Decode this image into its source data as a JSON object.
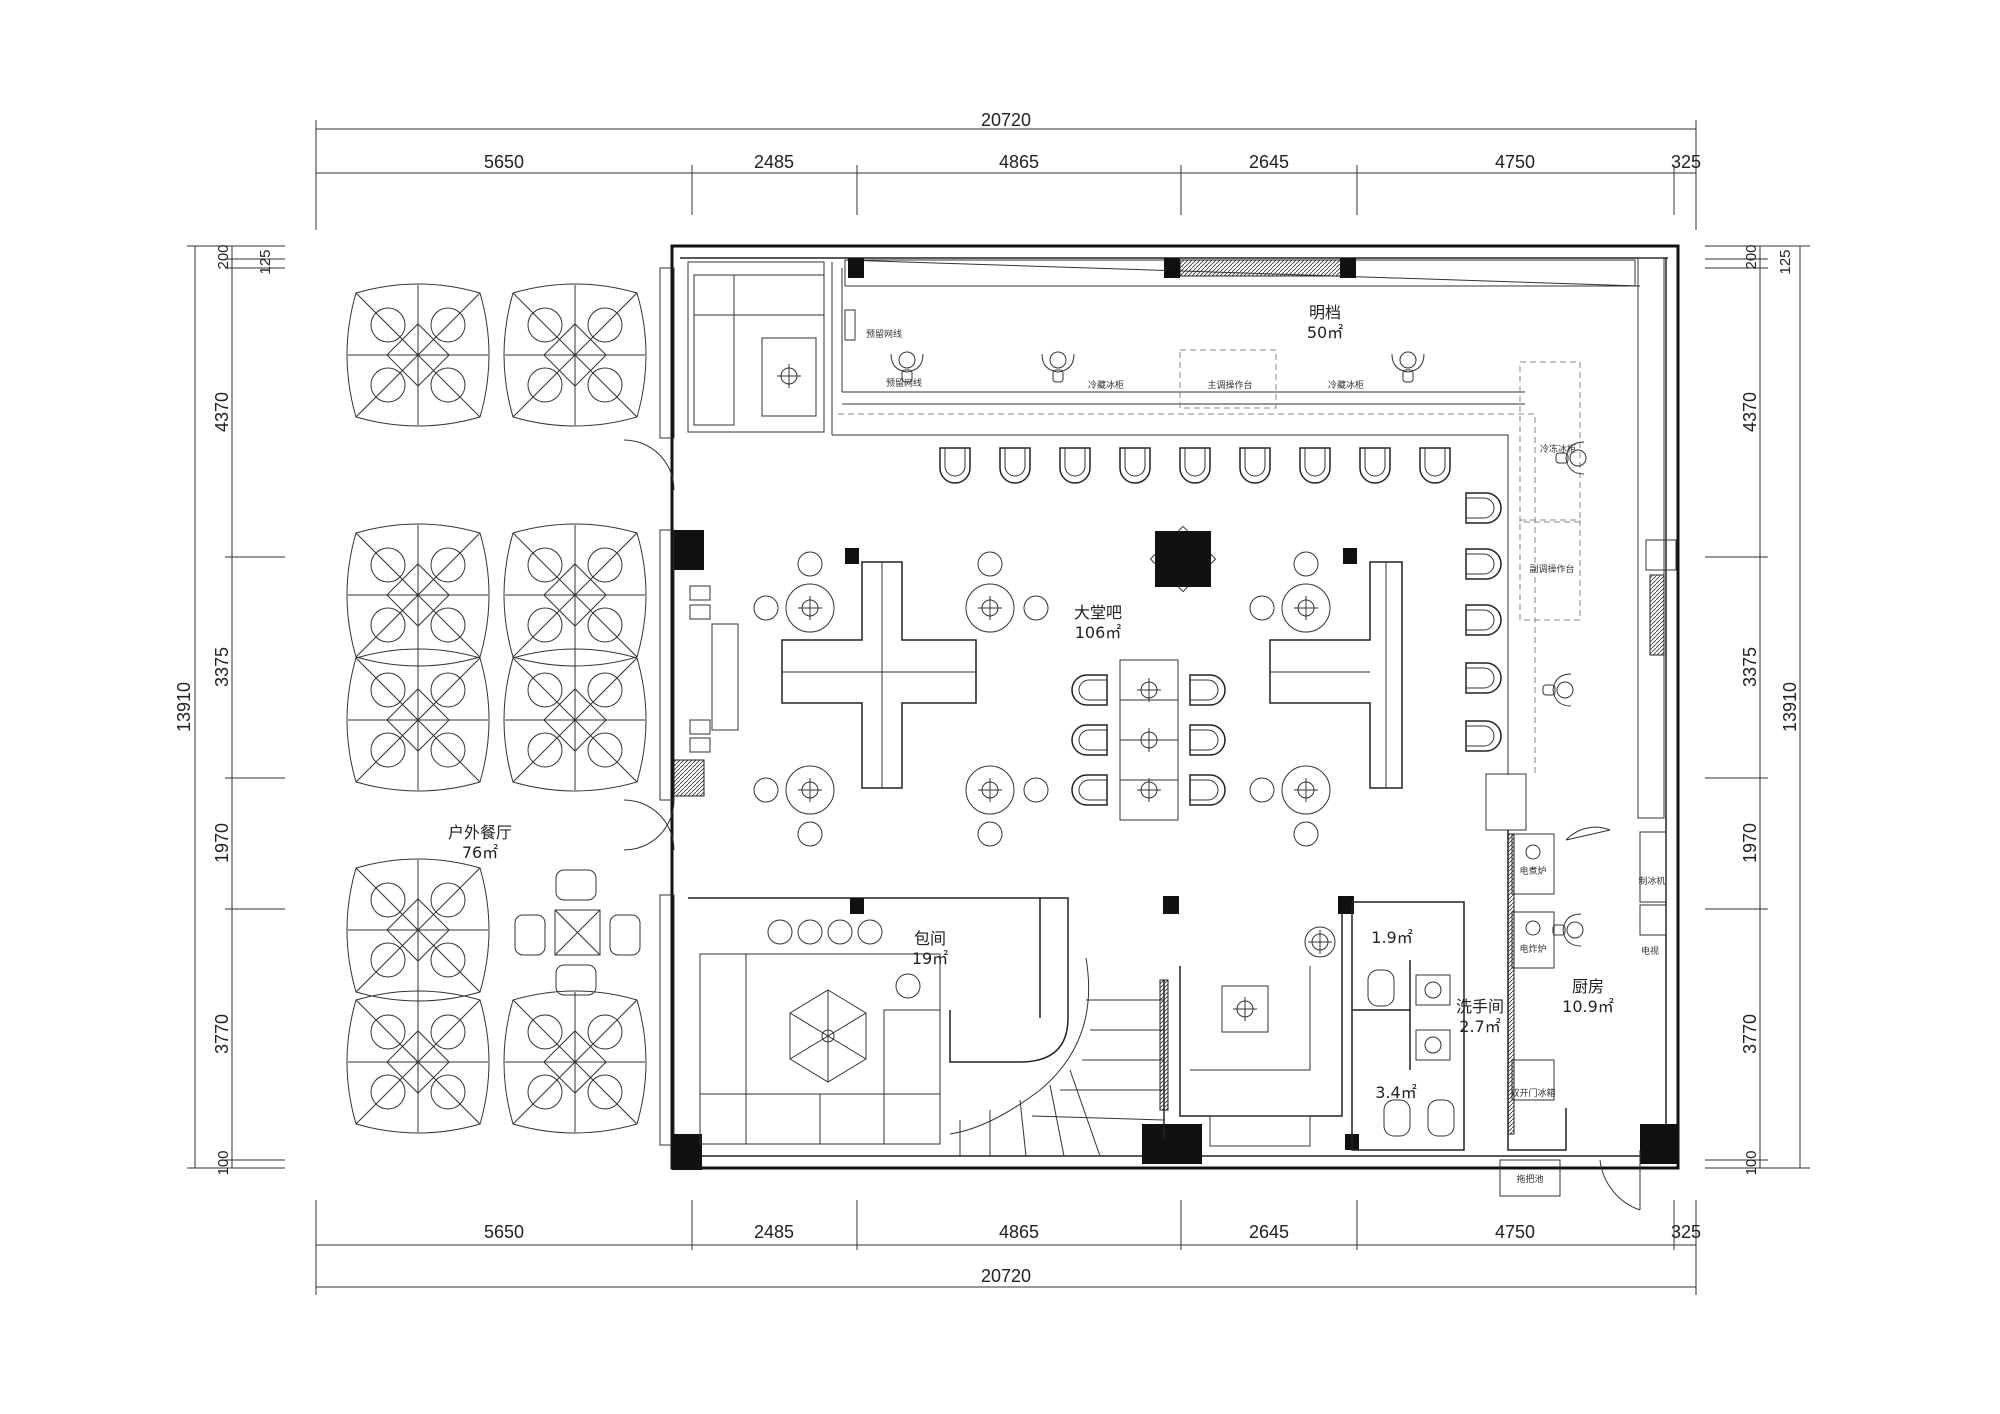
{
  "dimensions": {
    "total": "20720",
    "segments": [
      "5650",
      "2485",
      "4865",
      "2645",
      "4750",
      "325"
    ],
    "vertical_total": "13910",
    "vertical_segments": [
      "200",
      "125",
      "4370",
      "3375",
      "1970",
      "3770",
      "100"
    ]
  },
  "rooms": {
    "open_kitchen": {
      "name": "明档",
      "area": "50㎡"
    },
    "lobby_bar": {
      "name": "大堂吧",
      "area": "106㎡"
    },
    "outdoor": {
      "name": "户外餐厅",
      "area": "76㎡"
    },
    "private_room": {
      "name": "包间",
      "area": "19㎡"
    },
    "kitchen": {
      "name": "厨房",
      "area": "10.9㎡"
    },
    "washroom": {
      "name": "洗手间",
      "area": "2.7㎡"
    },
    "toilet_a": {
      "area": "1.9㎡"
    },
    "toilet_b": {
      "area": "3.4㎡"
    }
  },
  "equipment": {
    "cold_cabinet_1": "冷藏冰柜",
    "cold_cabinet_2": "冷藏冰柜",
    "main_station": "主调操作台",
    "freezer": "冷冻冰柜",
    "sub_station": "副调操作台",
    "net_line": "预留网线",
    "pre_line": "预留网线",
    "elec_cooker": "电煮炉",
    "elec_fryer": "电炸炉",
    "ice_machine": "制冰机",
    "double_fridge": "双开门冰箱",
    "mop_pool": "拖把池",
    "hand_sink": "电视"
  }
}
